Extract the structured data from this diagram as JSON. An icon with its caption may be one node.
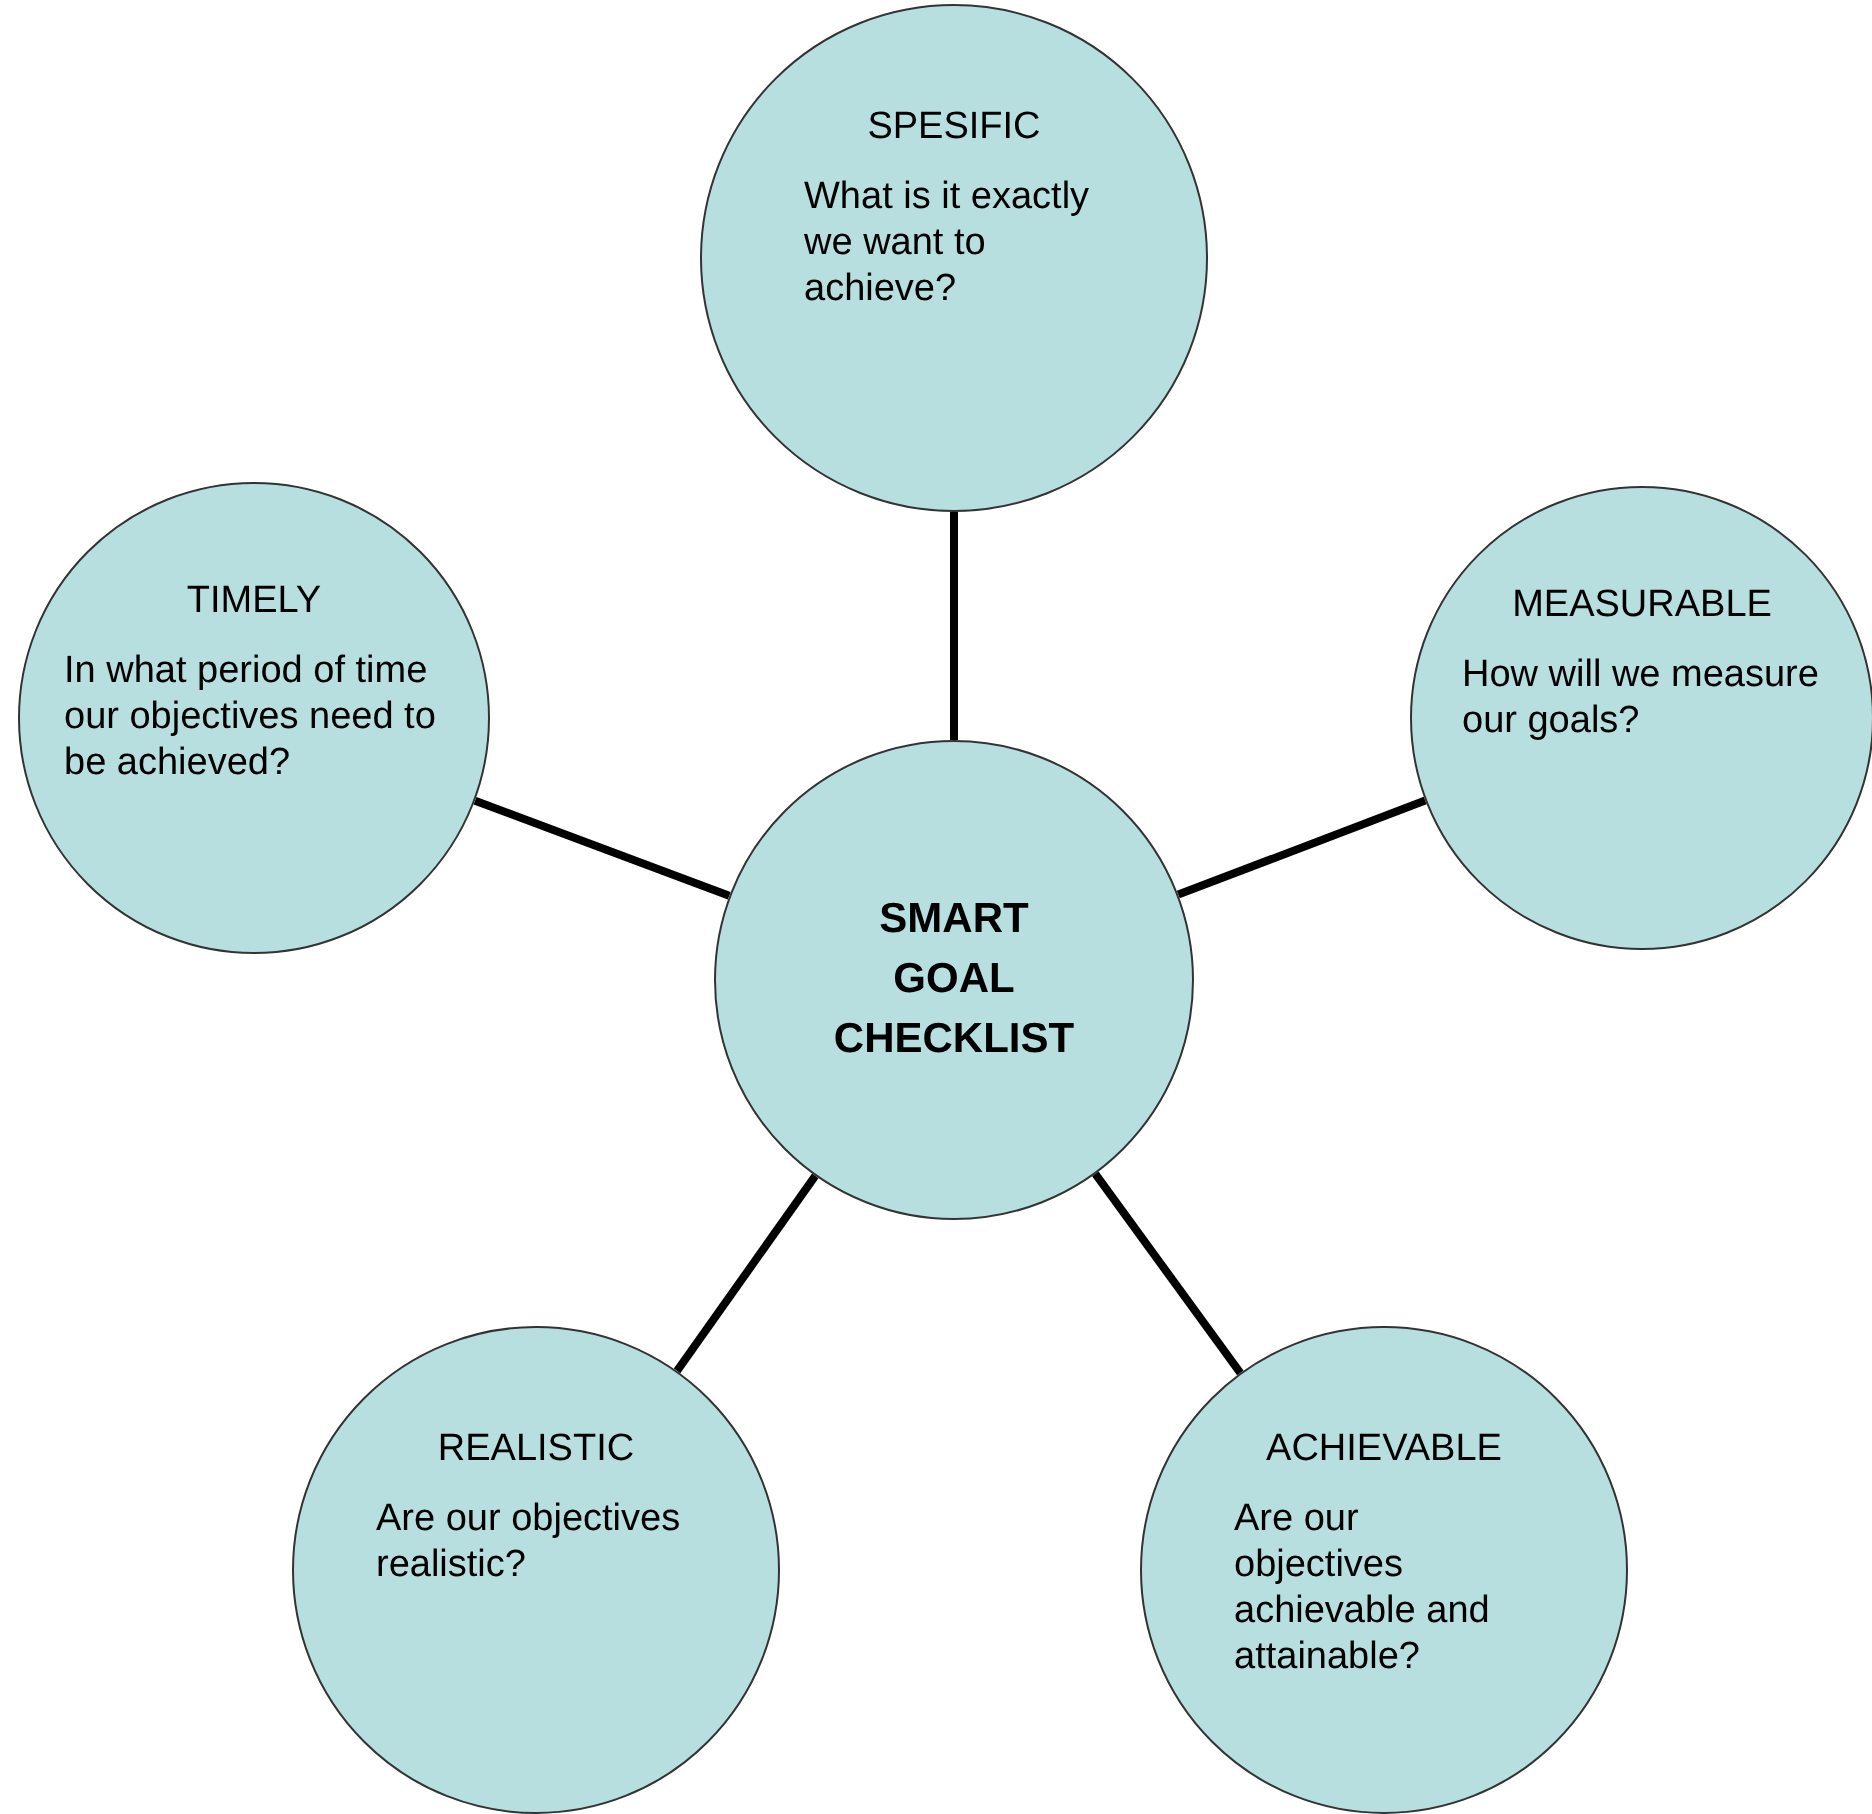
{
  "diagram": {
    "nodes": [
      {
        "text": [
          "SPESIFIC",
          "What is it exactly we want to achieve?"
        ]
      },
      {
        "text": [
          "TIMELY",
          "In what period of time our objectives need to be achieved?"
        ]
      },
      {
        "text": [
          "MEASURABLE",
          "How will we measure our goals?"
        ]
      },
      {
        "text": [
          "SMART GOAL CHECKLIST"
        ]
      },
      {
        "text": [
          "REALISTIC",
          "Are our objectives realistic?"
        ]
      },
      {
        "text": [
          "ACHIEVABLE",
          "Are our objectives achievable and attainable?"
        ]
      }
    ],
    "edges": [
      {
        "from": 3,
        "to": 0,
        "arrow": "none"
      },
      {
        "from": 3,
        "to": 1,
        "arrow": "none"
      },
      {
        "from": 3,
        "to": 2,
        "arrow": "none"
      },
      {
        "from": 3,
        "to": 4,
        "arrow": "none"
      },
      {
        "from": 3,
        "to": 5,
        "arrow": "none"
      }
    ]
  }
}
